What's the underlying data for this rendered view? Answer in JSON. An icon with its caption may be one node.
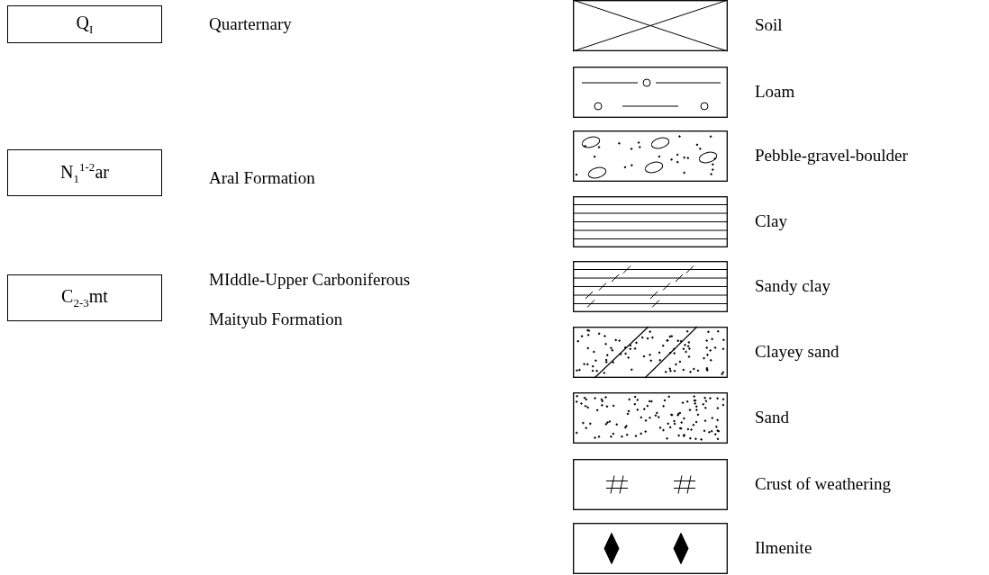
{
  "diagram": {
    "nodes": [
      {
        "text": [
          "Q$_{I}$"
        ],
        "beside": [
          "Quarternary"
        ]
      },
      {
        "text": [
          "N$_{1}$$^{1-2}$ar"
        ],
        "beside": [
          "Aral Formation"
        ]
      },
      {
        "text": [
          "C$_{2-3}$mt"
        ],
        "beside": [
          "MIddle-Upper Carboniferous",
          "Maityub Formation"
        ]
      }
    ],
    "legend": [
      {
        "text": "Soil"
      },
      {
        "text": "Loam"
      },
      {
        "text": "Pebble-gravel-boulder"
      },
      {
        "text": "Clay"
      },
      {
        "text": "Sandy clay"
      },
      {
        "text": "Clayey sand"
      },
      {
        "text": "Sand"
      },
      {
        "text": "Crust of weathering"
      },
      {
        "text": "Ilmenite"
      }
    ]
  }
}
